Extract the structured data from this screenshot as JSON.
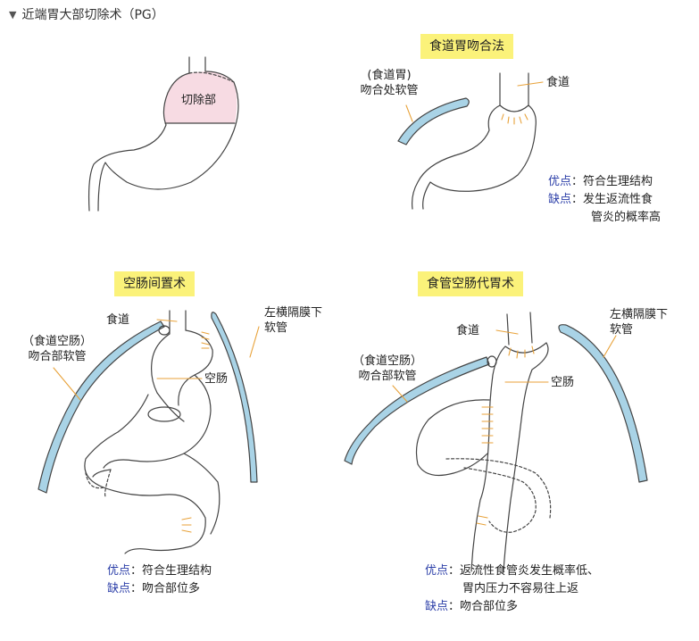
{
  "header": {
    "collapse_icon": "triangle-down-icon",
    "title": "近端胃大部切除术（PG）"
  },
  "panels": {
    "resection": {
      "label": "切除部"
    },
    "eg": {
      "tag": "食道胃吻合法",
      "tube_label_1": "(食道胃)",
      "tube_label_2": "吻合处软管",
      "esophagus": "食道",
      "pro_key": "优点",
      "pro_text": "：符合生理结构",
      "con_key": "缺点",
      "con_text_1": "：发生返流性食",
      "con_text_2": "管炎的概率高"
    },
    "ji": {
      "tag": "空肠间置术",
      "esophagus": "食道",
      "tube_label_1": "（食道空肠）",
      "tube_label_2": "吻合部软管",
      "jejunum": "空肠",
      "dia_tube_1": "左横隔膜下",
      "dia_tube_2": "软管",
      "pro_key": "优点",
      "pro_text": "：符合生理结构",
      "con_key": "缺点",
      "con_text": "：吻合部位多"
    },
    "ejg": {
      "tag": "食管空肠代胃术",
      "esophagus": "食道",
      "tube_label_1": "（食道空肠）",
      "tube_label_2": "吻合部软管",
      "jejunum": "空肠",
      "dia_tube_1": "左横隔膜下",
      "dia_tube_2": "软管",
      "pro_key": "优点",
      "pro_text_1": "：返流性食管炎发生概率低、",
      "pro_text_2": "胃内压力不容易往上返",
      "con_key": "缺点",
      "con_text": "：吻合部位多"
    }
  },
  "colors": {
    "tag_bg": "#fbf27a",
    "tube": "#a9d3e6",
    "resect": "#f7dbe3",
    "suture": "#e8a23a",
    "keyword": "#2c3fa8"
  }
}
